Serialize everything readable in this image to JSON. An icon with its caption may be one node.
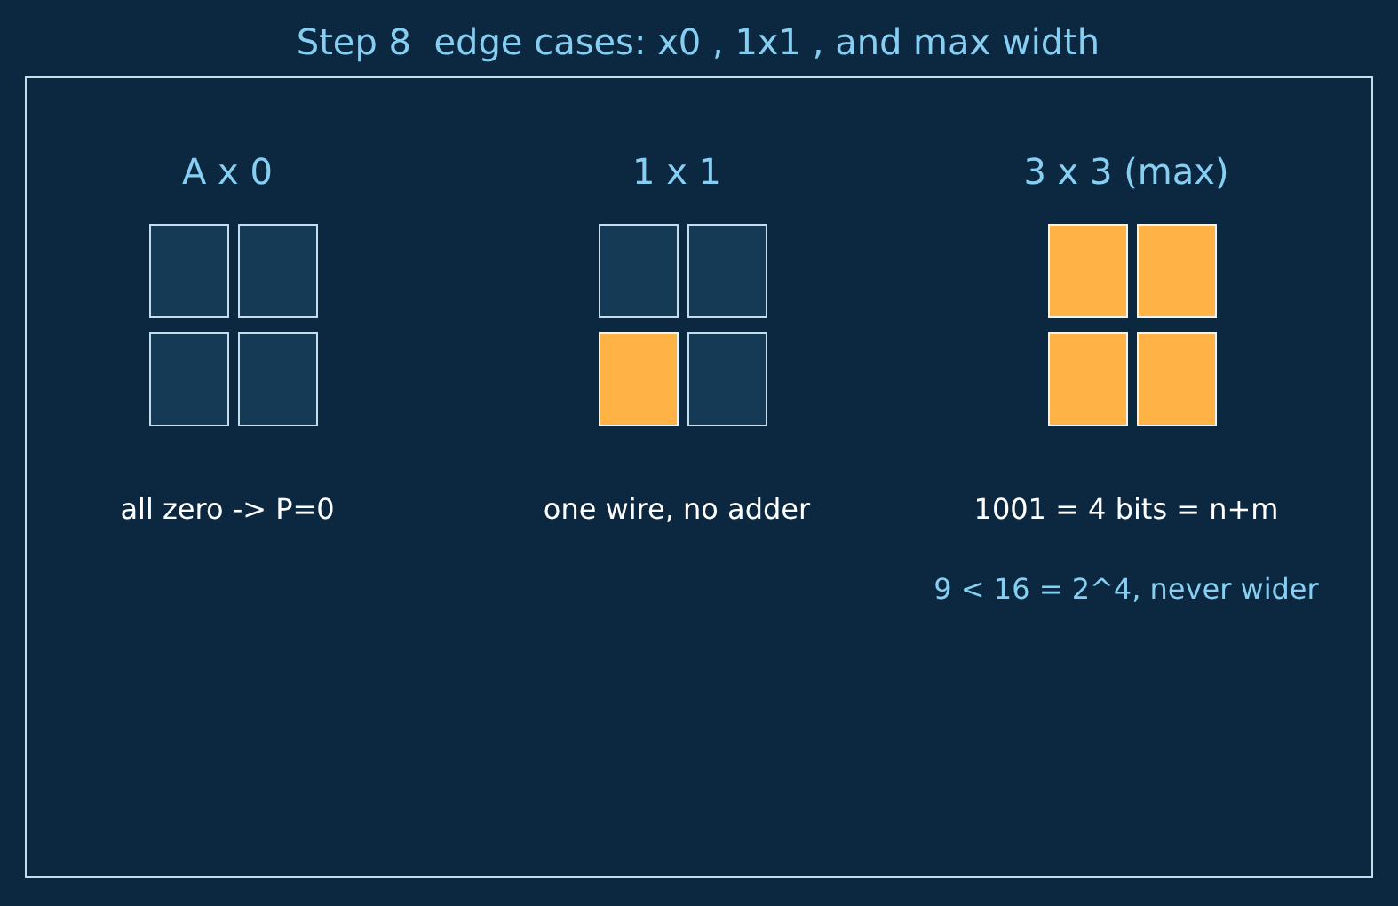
{
  "diagram": {
    "title": "Step 8  edge cases: x0 , 1x1 , and max width",
    "nodes": [
      {
        "text": [],
        "shape": "box"
      },
      {
        "text": [],
        "shape": "box"
      },
      {
        "text": [],
        "shape": "box"
      },
      {
        "text": [],
        "shape": "box"
      },
      {
        "text": [],
        "shape": "box"
      },
      {
        "text": [],
        "shape": "box"
      },
      {
        "text": [],
        "shape": "box"
      },
      {
        "text": [],
        "shape": "box"
      },
      {
        "text": [],
        "shape": "box"
      },
      {
        "text": [],
        "shape": "box"
      },
      {
        "text": [],
        "shape": "box"
      },
      {
        "text": [],
        "shape": "box"
      }
    ],
    "labels": [
      "A x 0",
      "1 x 1",
      "3 x 3 (max)",
      "all zero -> P=0",
      "one wire, no adder",
      "1001 = 4 bits = n+m",
      "9 < 16 = 2^4, never wider"
    ]
  }
}
